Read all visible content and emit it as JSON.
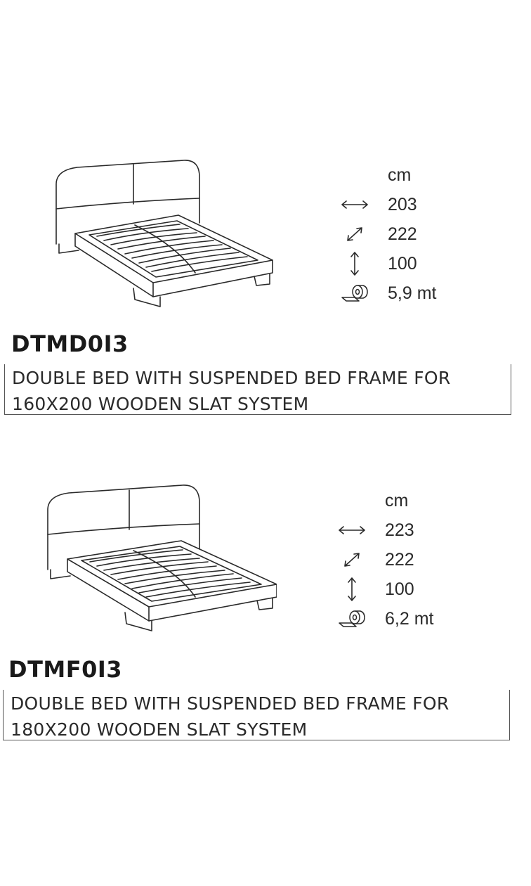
{
  "products": [
    {
      "code": "DTMD0I3",
      "description": "DOUBLE BED WITH SUSPENDED BED FRAME FOR 160X200 WOODEN SLAT SYSTEM",
      "dimensions": {
        "unit": "cm",
        "width": "203",
        "depth": "222",
        "height": "100",
        "fabric": "5,9 mt"
      }
    },
    {
      "code": "DTMF0I3",
      "description": "DOUBLE BED WITH SUSPENDED BED FRAME FOR 180X200 WOODEN SLAT SYSTEM",
      "dimensions": {
        "unit": "cm",
        "width": "223",
        "depth": "222",
        "height": "100",
        "fabric": "6,2 mt"
      }
    }
  ],
  "icons": {
    "width": "horizontal-arrow-icon",
    "depth": "diagonal-arrow-icon",
    "height": "vertical-arrow-icon",
    "fabric": "fabric-roll-icon"
  }
}
